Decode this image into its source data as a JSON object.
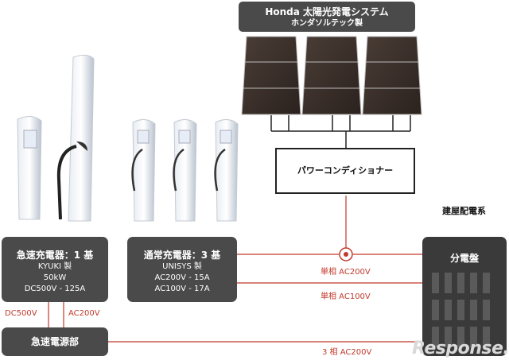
{
  "solar": {
    "title": "Honda 太陽光発電システム",
    "subtitle": "ホンダソルテック製"
  },
  "power_conditioner": {
    "label": "パワーコンディショナー"
  },
  "building_wiring": {
    "label": "建屋配電系"
  },
  "distribution_board": {
    "label": "分電盤"
  },
  "quick_charger": {
    "title": "急速充電器：1 基",
    "lines": [
      "KYUKI 製",
      "50kW",
      "DC500V - 125A"
    ]
  },
  "normal_charger": {
    "title": "通常充電器：3 基",
    "lines": [
      "UNISYS 製",
      "AC200V - 15A",
      "AC100V - 17A"
    ]
  },
  "quick_power_unit": {
    "label": "急速電源部"
  },
  "line_labels": {
    "single_ac200": "単相 AC200V",
    "single_ac100": "単相 AC100V",
    "three_ac200": "3 相 AC200V",
    "dc500": "DC500V",
    "ac200": "AC200V"
  },
  "watermark": "Response.",
  "colors": {
    "line": "#c0392b",
    "box": "#4a4a4a",
    "panel": "#3a2f2a"
  }
}
